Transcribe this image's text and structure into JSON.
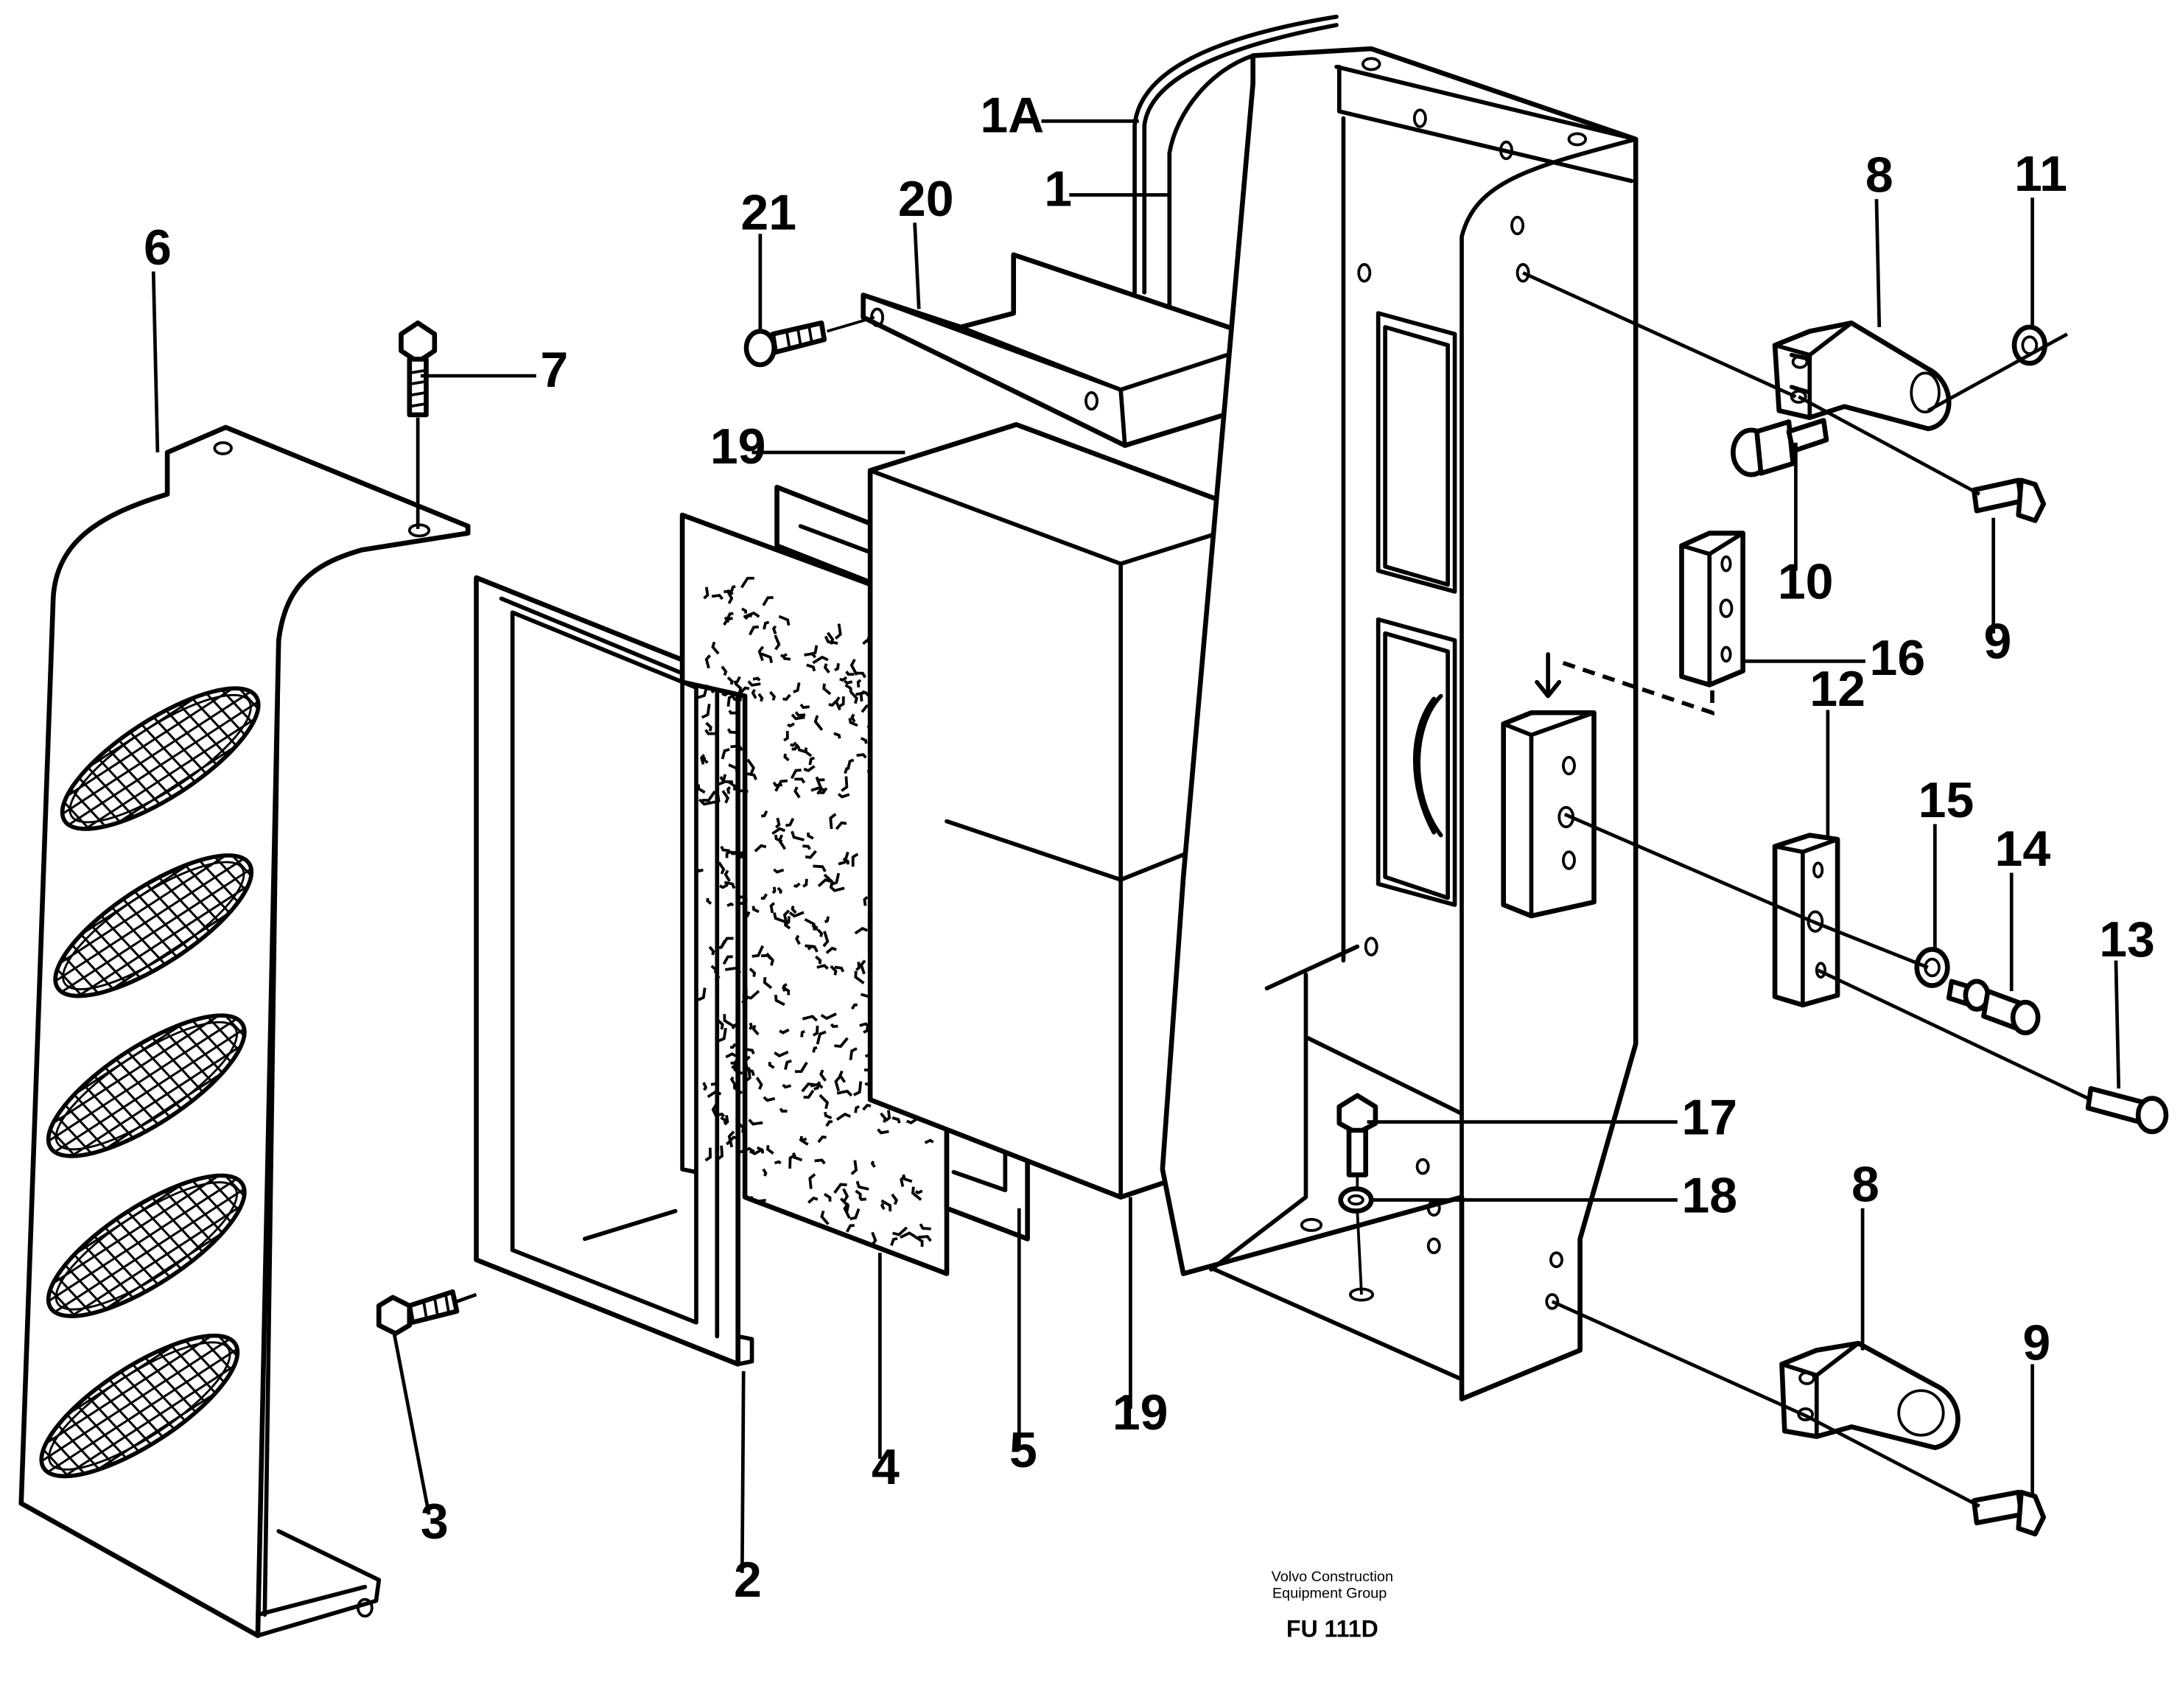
{
  "diagram": {
    "callouts": [
      {
        "id": "c-1A",
        "label": "1A"
      },
      {
        "id": "c-1",
        "label": "1"
      },
      {
        "id": "c-21",
        "label": "21"
      },
      {
        "id": "c-20",
        "label": "20"
      },
      {
        "id": "c-6",
        "label": "6"
      },
      {
        "id": "c-7",
        "label": "7"
      },
      {
        "id": "c-19-top",
        "label": "19"
      },
      {
        "id": "c-8-top",
        "label": "8"
      },
      {
        "id": "c-11",
        "label": "11"
      },
      {
        "id": "c-10",
        "label": "10"
      },
      {
        "id": "c-9-top",
        "label": "9"
      },
      {
        "id": "c-16",
        "label": "16"
      },
      {
        "id": "c-12",
        "label": "12"
      },
      {
        "id": "c-15",
        "label": "15"
      },
      {
        "id": "c-14",
        "label": "14"
      },
      {
        "id": "c-13",
        "label": "13"
      },
      {
        "id": "c-17",
        "label": "17"
      },
      {
        "id": "c-18",
        "label": "18"
      },
      {
        "id": "c-8-bottom",
        "label": "8"
      },
      {
        "id": "c-9-bottom",
        "label": "9"
      },
      {
        "id": "c-3",
        "label": "3"
      },
      {
        "id": "c-2",
        "label": "2"
      },
      {
        "id": "c-4",
        "label": "4"
      },
      {
        "id": "c-5",
        "label": "5"
      },
      {
        "id": "c-19-bottom",
        "label": "19"
      }
    ],
    "caption_line1": "Volvo Construction",
    "caption_line2": "Equipment Group",
    "reference": "FU 111D"
  }
}
